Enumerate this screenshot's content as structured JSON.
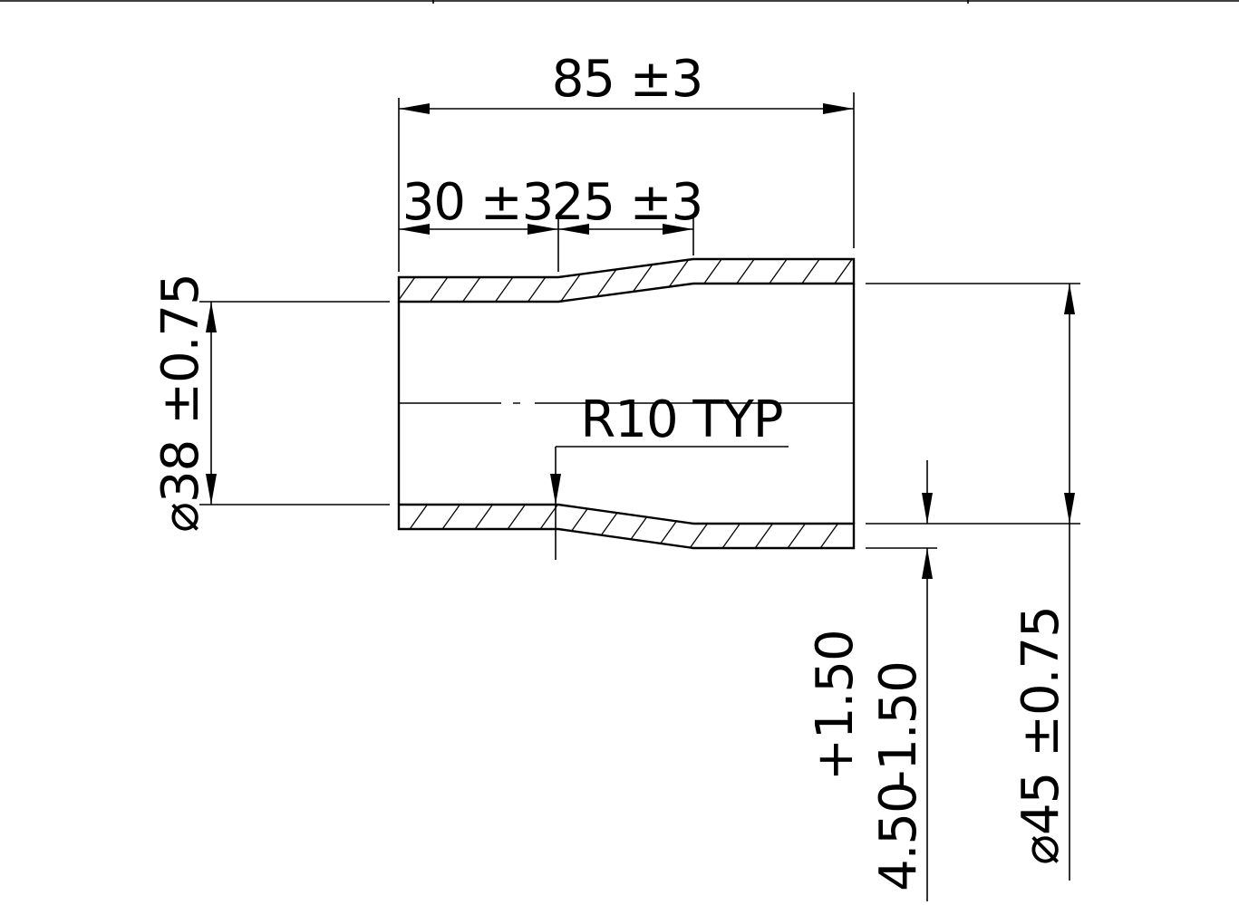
{
  "drawing": {
    "dimensions": {
      "overall_length": "85 ±3",
      "small_end_length": "30 ±3",
      "taper_length": "25 ±3",
      "small_diameter": "⌀38 ±0.75",
      "large_diameter": "⌀45 ±0.75",
      "radius_note": "R10 TYP",
      "wall_thickness": {
        "nominal": "4.50",
        "upper_tol": "+1.50",
        "lower_tol": "-1.50"
      }
    },
    "colors": {
      "line": "#000000",
      "background": "#ffffff"
    }
  }
}
